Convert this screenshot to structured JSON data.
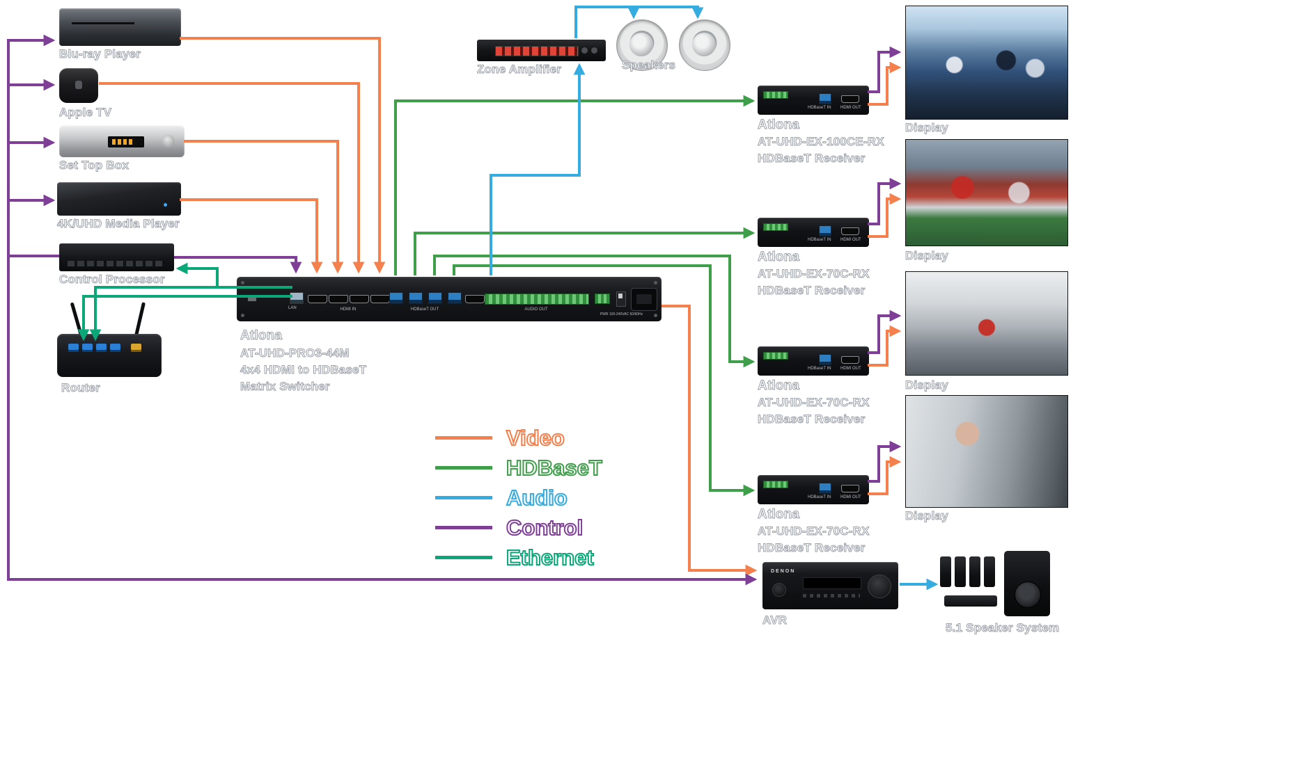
{
  "legend": {
    "items": [
      {
        "label": "Video",
        "color": "#F4814D"
      },
      {
        "label": "HDBaseT",
        "color": "#3E9E49"
      },
      {
        "label": "Audio",
        "color": "#35ACE0"
      },
      {
        "label": "Control",
        "color": "#7F3F97"
      },
      {
        "label": "Ethernet",
        "color": "#0BA779"
      }
    ]
  },
  "sources": [
    {
      "label": "Blu-ray Player"
    },
    {
      "label": "Apple TV"
    },
    {
      "label": "Set Top Box"
    },
    {
      "label": "4K/UHD Media Player"
    },
    {
      "label": "Control Processor"
    },
    {
      "label": "Router"
    }
  ],
  "matrix": {
    "brand": "Atlona",
    "model": "AT-UHD-PRO3-44M",
    "desc_line1": "4x4 HDMI to HDBaseT",
    "desc_line2": "Matrix Switcher",
    "ports": {
      "lan": "LAN",
      "hdmi_in": "HDMI IN",
      "hdbaset_out": "HDBaseT OUT",
      "audio_out": "AUDIO OUT",
      "power": "PWR 100-240VAC 50/60Hz"
    }
  },
  "zone_amplifier": {
    "label": "Zone Amplifier"
  },
  "speakers": {
    "label": "Speakers"
  },
  "receivers": [
    {
      "brand": "Atlona",
      "model": "AT-UHD-EX-100CE-RX",
      "type": "HDBaseT Receiver"
    },
    {
      "brand": "Atlona",
      "model": "AT-UHD-EX-70C-RX",
      "type": "HDBaseT Receiver"
    },
    {
      "brand": "Atlona",
      "model": "AT-UHD-EX-70C-RX",
      "type": "HDBaseT Receiver"
    },
    {
      "brand": "Atlona",
      "model": "AT-UHD-EX-70C-RX",
      "type": "HDBaseT Receiver"
    }
  ],
  "receiver_ports": {
    "in": "HDBaseT IN",
    "out": "HDMI OUT"
  },
  "displays": [
    {
      "label": "Display"
    },
    {
      "label": "Display"
    },
    {
      "label": "Display"
    },
    {
      "label": "Display"
    }
  ],
  "avr": {
    "label": "AVR",
    "brand": "DENON"
  },
  "speaker_system": {
    "label": "5.1 Speaker System"
  }
}
